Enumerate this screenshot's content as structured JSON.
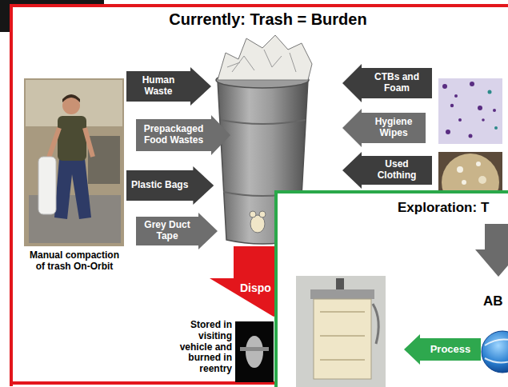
{
  "diagram": {
    "nodes": [
      {
        "text": [
          "Currently: Trash = Burden"
        ]
      },
      {
        "text": [
          "Human Waste"
        ],
        "in": 0
      },
      {
        "text": [
          "Prepackaged Food Wastes"
        ],
        "in": 0
      },
      {
        "text": [
          "Plastic Bags"
        ],
        "in": 0
      },
      {
        "text": [
          "Grey Duct Tape"
        ],
        "in": 0
      },
      {
        "text": [
          "CTBs and Foam"
        ],
        "in": 0
      },
      {
        "text": [
          "Hygiene Wipes"
        ],
        "in": 0
      },
      {
        "text": [
          "Used Clothing"
        ],
        "in": 0
      },
      {
        "text": [
          "Dispo"
        ],
        "in": 0
      },
      {
        "text": [
          "Exploration: T"
        ]
      },
      {
        "text": [
          "Process"
        ],
        "in": 9
      }
    ],
    "labels": [
      "Manual compaction of trash On-Orbit",
      "Stored in visiting vehicle and burned in reentry",
      "AB"
    ]
  }
}
